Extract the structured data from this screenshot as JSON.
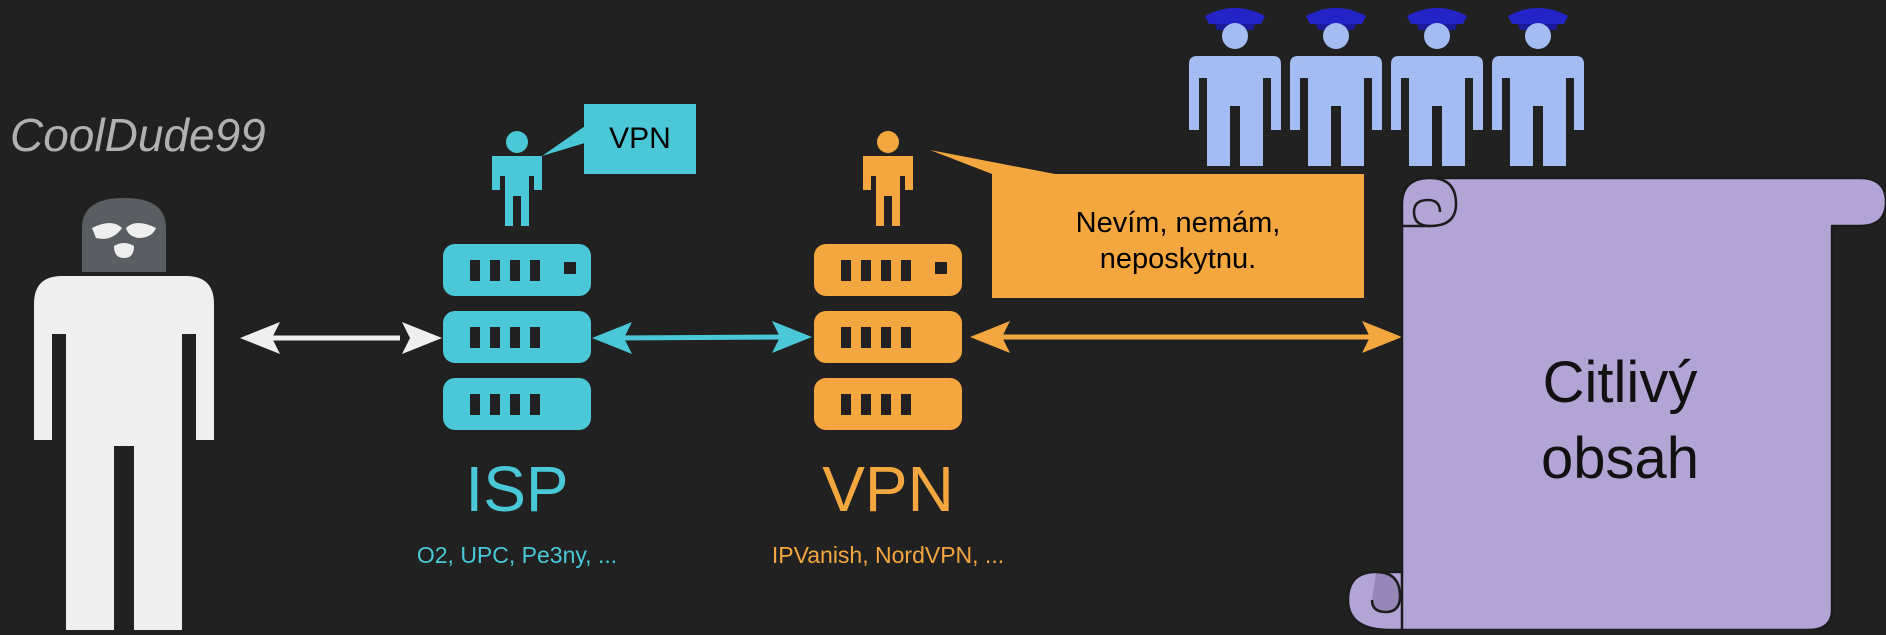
{
  "user": {
    "name": "CoolDude99"
  },
  "isp": {
    "title": "ISP",
    "providers": "O2, UPC, Pe3ny, ...",
    "callout": "VPN",
    "color": "#4ac8d8"
  },
  "vpn": {
    "title": "VPN",
    "providers": "IPVanish, NordVPN, ...",
    "callout_lines": [
      "Nevím, nemám,",
      "neposkytnu."
    ],
    "color": "#f4a73e"
  },
  "content": {
    "lines": [
      "Citlivý",
      "obsah"
    ],
    "color": "#b3a4d6"
  },
  "police": {
    "count": 4,
    "color": "#a3bdf2",
    "cap_color": "#2323c8"
  },
  "user_color": "#efefef",
  "mask_color": "#5a5e63"
}
